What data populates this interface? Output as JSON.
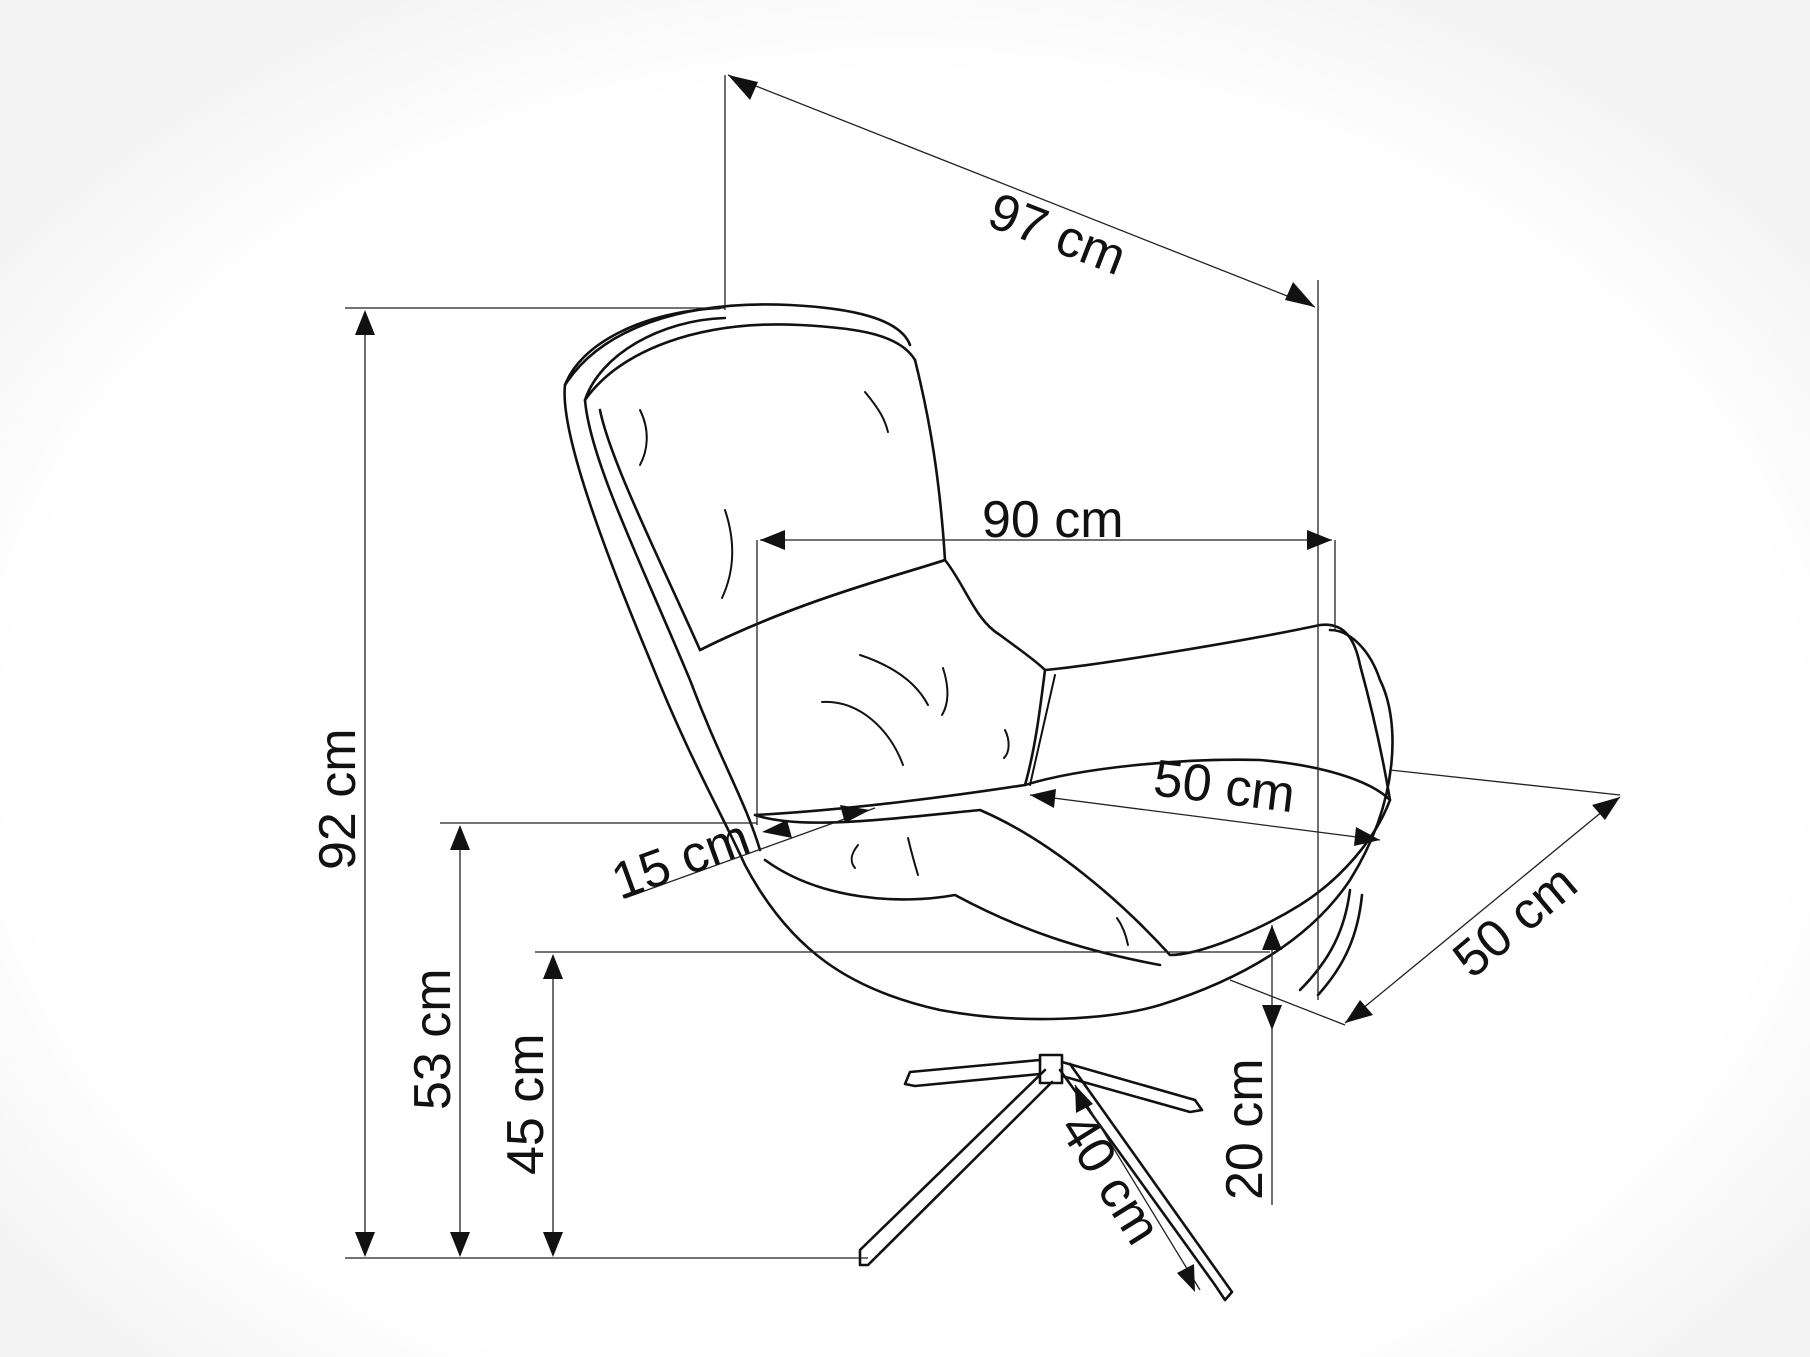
{
  "diagram": {
    "dimensions": {
      "total_depth": "97 cm",
      "width": "90 cm",
      "total_height": "92 cm",
      "seat_depth": "50 cm",
      "seat_width": "50 cm",
      "armrest_height": "15 cm",
      "arm_height": "53 cm",
      "seat_height": "45 cm",
      "base_height": "20 cm",
      "base_leg": "40 cm"
    },
    "colors": {
      "line": "#111111",
      "background": "#ffffff"
    }
  }
}
